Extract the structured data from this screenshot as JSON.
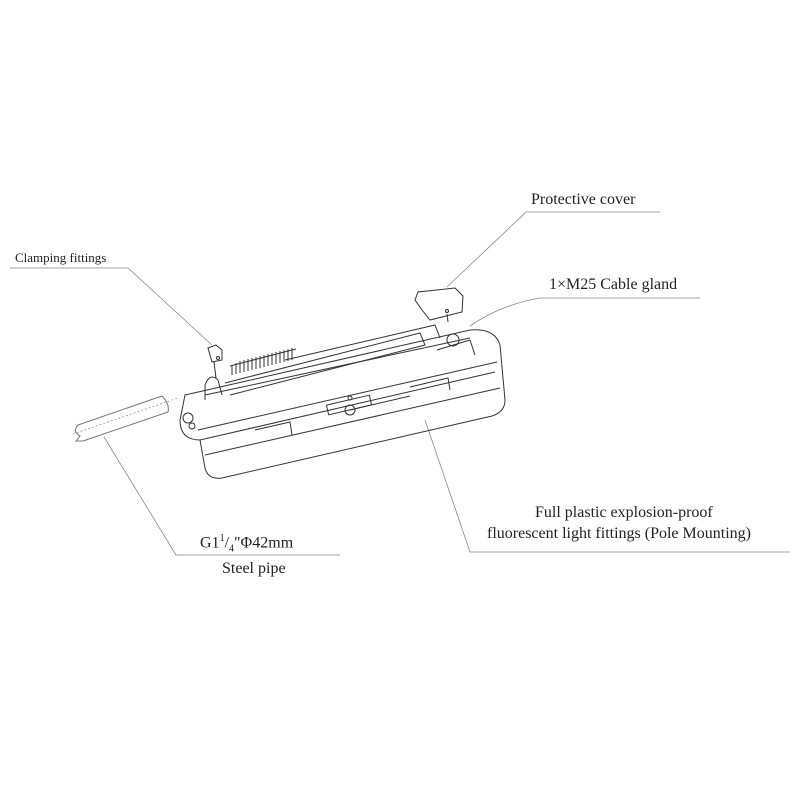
{
  "labels": {
    "clamping": "Clamping fittings",
    "cover": "Protective cover",
    "gland": "1×M25 Cable gland",
    "pipe_spec_prefix": "G1",
    "pipe_spec_frac_num": "1",
    "pipe_spec_frac_den": "4",
    "pipe_spec_suffix": "\"Φ42mm",
    "pipe_name": "Steel pipe",
    "fitting_line1": "Full plastic explosion-proof",
    "fitting_line2": "fluorescent light fittings (Pole Mounting)"
  },
  "colors": {
    "line": "#333333",
    "leader": "#888888"
  }
}
